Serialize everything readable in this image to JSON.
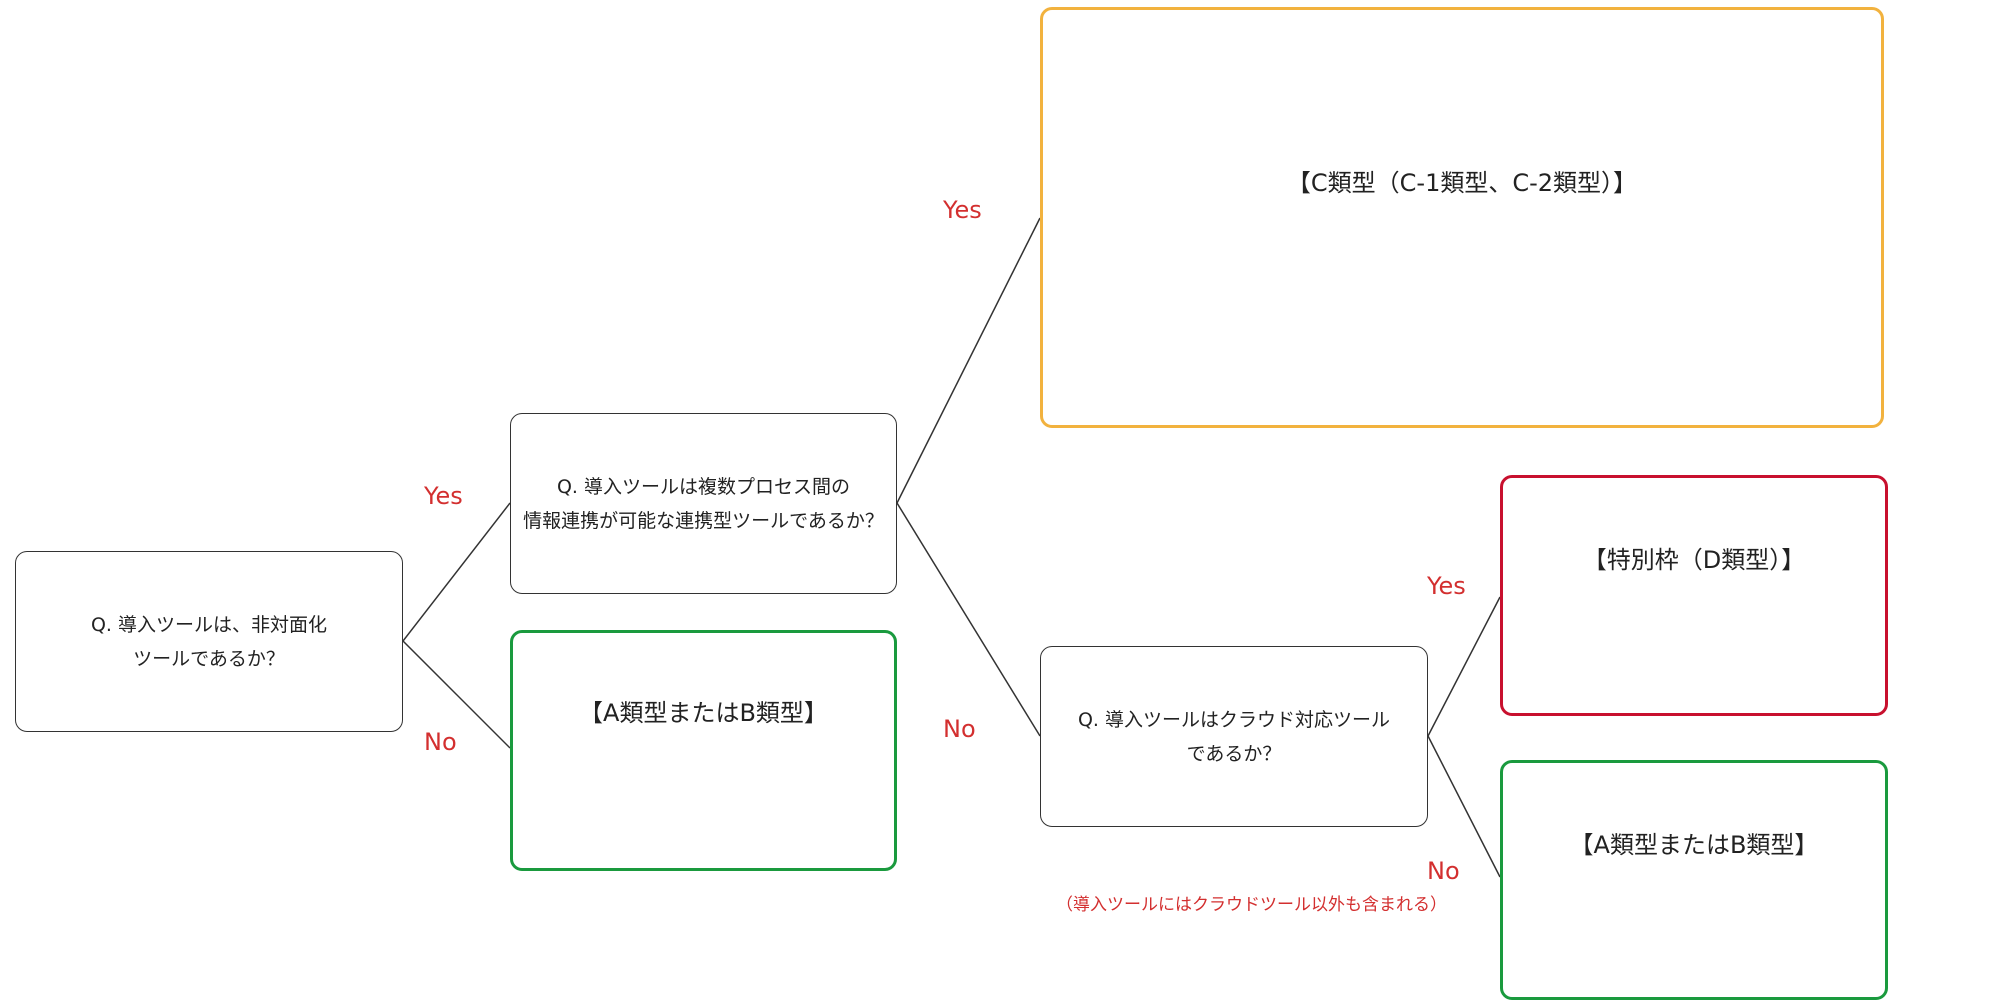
{
  "questions": {
    "q1": {
      "line1": "Q.  導入ツールは、非対面化",
      "line2": "ツールであるか？"
    },
    "q2": {
      "line1": "Q.  導入ツールは複数プロセス間の",
      "line2": "情報連携が可能な連携型ツールであるか？"
    },
    "q3": {
      "line1": "Q.  導入ツールはクラウド対応ツール",
      "line2": "であるか？"
    }
  },
  "results": {
    "ab_1": "【A類型またはB類型】",
    "c": "【C類型（C-1類型、C-2類型）】",
    "d": "【特別枠（D類型）】",
    "ab_2": "【A類型またはB類型】"
  },
  "edge_labels": {
    "q1_yes": "Yes",
    "q1_no": "No",
    "q2_yes": "Yes",
    "q2_no": "No",
    "q3_yes": "Yes",
    "q3_no": "No"
  },
  "note": "（導入ツールにはクラウドツール以外も含まれる）",
  "colors": {
    "label_red": "#d32f2f",
    "box_orange": "#f2b23e",
    "box_red": "#c8102e",
    "box_green": "#1a9a3e",
    "line": "#333333"
  }
}
